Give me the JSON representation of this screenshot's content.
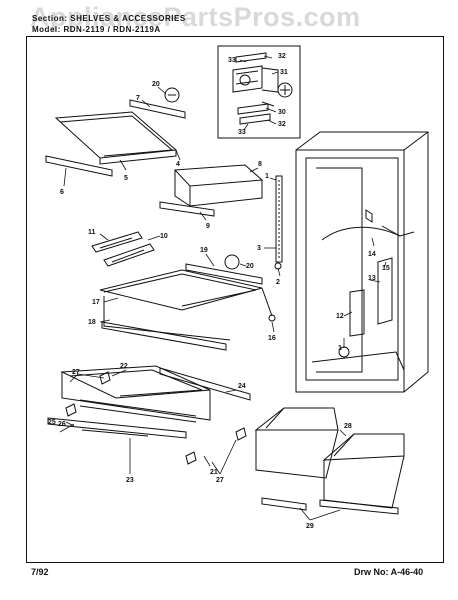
{
  "header": {
    "watermark": "AppliancePartsPros.com",
    "section_line": "Section: SHELVES & ACCESSORIES",
    "model_line": "Model: RDN-2119 / RDN-2119A"
  },
  "footer": {
    "date": "7/92",
    "drawing_number": "Drw No: A-46-40"
  },
  "callouts": [
    {
      "id": "c1",
      "text": "1"
    },
    {
      "id": "c2",
      "text": "2"
    },
    {
      "id": "c3",
      "text": "3"
    },
    {
      "id": "c4",
      "text": "4"
    },
    {
      "id": "c5",
      "text": "5"
    },
    {
      "id": "c6",
      "text": "6"
    },
    {
      "id": "c7",
      "text": "7"
    },
    {
      "id": "c8",
      "text": "8"
    },
    {
      "id": "c9",
      "text": "9"
    },
    {
      "id": "c10",
      "text": "10"
    },
    {
      "id": "c11",
      "text": "11"
    },
    {
      "id": "c12",
      "text": "12"
    },
    {
      "id": "c13",
      "text": "13"
    },
    {
      "id": "c14",
      "text": "14"
    },
    {
      "id": "c15",
      "text": "15"
    },
    {
      "id": "c16",
      "text": "16"
    },
    {
      "id": "c17",
      "text": "17"
    },
    {
      "id": "c18",
      "text": "18"
    },
    {
      "id": "c19",
      "text": "19"
    },
    {
      "id": "c20a",
      "text": "20"
    },
    {
      "id": "c20b",
      "text": "20"
    },
    {
      "id": "c21",
      "text": "21"
    },
    {
      "id": "c22",
      "text": "22"
    },
    {
      "id": "c23",
      "text": "23"
    },
    {
      "id": "c24",
      "text": "24"
    },
    {
      "id": "c25",
      "text": "25"
    },
    {
      "id": "c26",
      "text": "26"
    },
    {
      "id": "c27a",
      "text": "27"
    },
    {
      "id": "c27b",
      "text": "27"
    },
    {
      "id": "c28",
      "text": "28"
    },
    {
      "id": "c29",
      "text": "29"
    },
    {
      "id": "c30",
      "text": "30"
    },
    {
      "id": "c31",
      "text": "31"
    },
    {
      "id": "c32a",
      "text": "32"
    },
    {
      "id": "c32b",
      "text": "32"
    },
    {
      "id": "c33a",
      "text": "33"
    },
    {
      "id": "c33b",
      "text": "33"
    }
  ]
}
